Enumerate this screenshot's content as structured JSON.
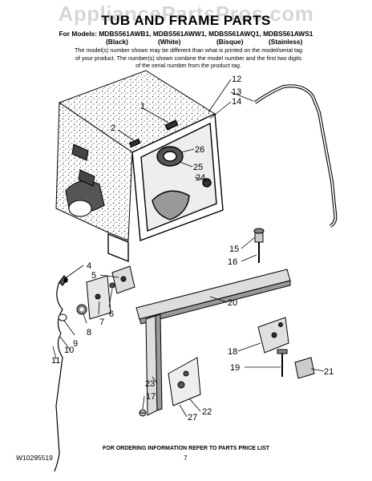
{
  "watermark": "AppliancePartsPros.com",
  "title": "TUB AND FRAME PARTS",
  "models": "For Models: MDBS561AWB1, MDBS561AWW1, MDBS561AWQ1, MDBS561AWS1",
  "colors": [
    "(Black)",
    "(White)",
    "(Bisque)",
    "(Stainless)"
  ],
  "note": "The model(s) number shown may be different than what is printed on the model/serial tag of your product. The number(s) shown combine the model number and the first two digits of the serial number from the product tag.",
  "callouts": [
    "1",
    "2",
    "4",
    "5",
    "6",
    "7",
    "8",
    "9",
    "10",
    "11",
    "12",
    "13",
    "14",
    "15",
    "16",
    "17",
    "18",
    "19",
    "20",
    "21",
    "22",
    "23",
    "24",
    "25",
    "26",
    "27"
  ],
  "footer_note": "FOR ORDERING INFORMATION REFER TO PARTS PRICE LIST",
  "doc_number": "W10295519",
  "page_number": "7"
}
